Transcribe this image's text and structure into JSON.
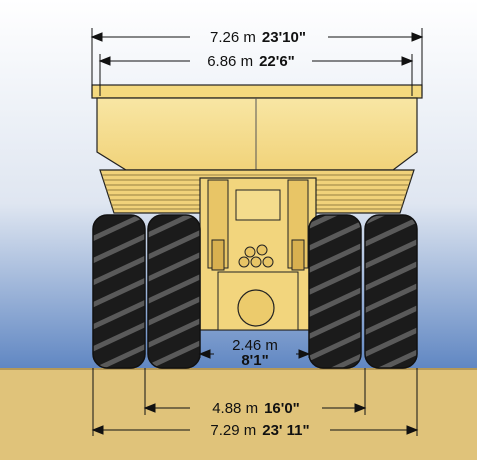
{
  "dimensions": {
    "overall_width": {
      "metric": "7.26 m",
      "imperial": "23'10\""
    },
    "body_width": {
      "metric": "6.86 m",
      "imperial": "22'6\""
    },
    "inner_tire_gap": {
      "metric": "2.46 m",
      "imperial": "8'1\""
    },
    "tire_center_width": {
      "metric": "4.88 m",
      "imperial": "16'0\""
    },
    "outer_tire_width": {
      "metric": "7.29 m",
      "imperial": "23' 11\""
    }
  },
  "colors": {
    "sky": "#5f86c2",
    "ground": "#e0c37a",
    "body": "#f6dc82",
    "tire": "#1a1a1a",
    "outline": "#222222"
  }
}
